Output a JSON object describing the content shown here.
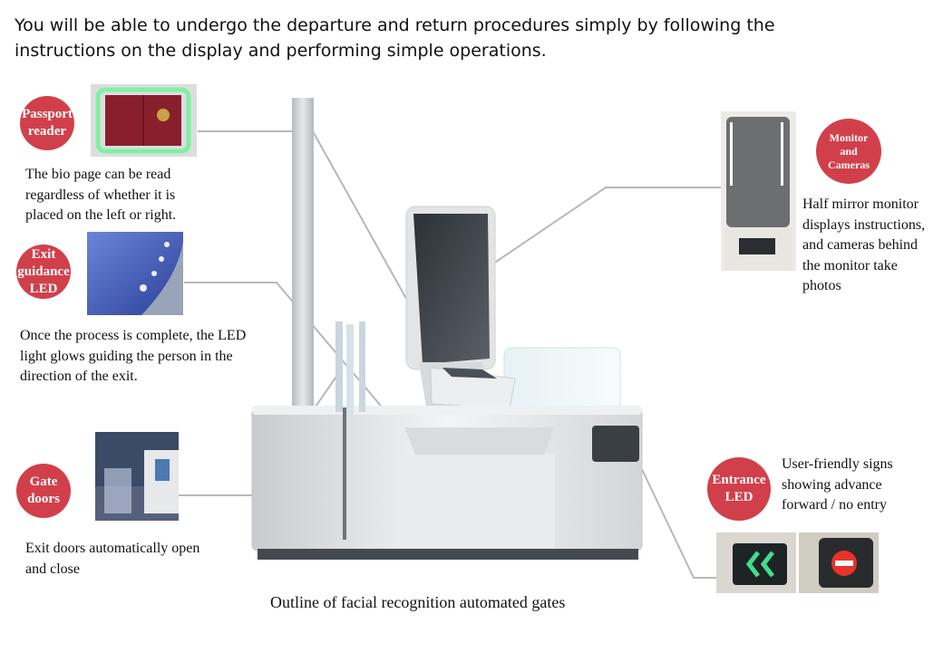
{
  "intro": "You will be able to undergo the departure and return procedures simply by following the instructions on the display and performing simple operations.",
  "caption": "Outline of facial recognition automated gates",
  "colors": {
    "badge": "#d1404a",
    "line": "#b8b8b8"
  },
  "callouts": {
    "passport": {
      "label": "Passport\nreader",
      "description": "The bio page can be read regardless of whether it is placed on the left or right."
    },
    "exit_led": {
      "label": "Exit\nguidance\nLED",
      "description": "Once the process is complete, the LED light glows guiding the person in the direction of the exit."
    },
    "gate_doors": {
      "label": "Gate\ndoors",
      "description": "Exit doors automatically open and close"
    },
    "monitor": {
      "label": "Monitor\nand\nCameras",
      "description": "Half mirror monitor displays instructions, and cameras behind the monitor take photos"
    },
    "entrance_led": {
      "label": "Entrance\nLED",
      "description": "User-friendly signs showing advance forward / no entry"
    }
  }
}
